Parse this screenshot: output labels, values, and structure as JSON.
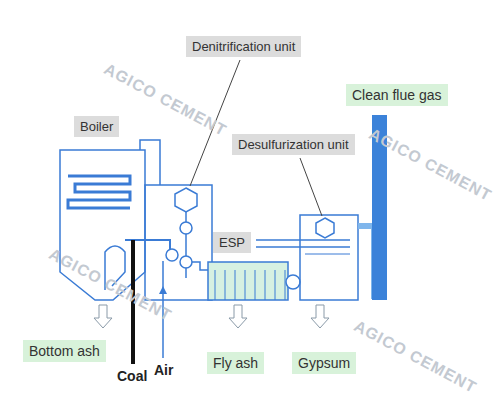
{
  "diagram": {
    "nodes": [
      {
        "text": [
          "Denitrification unit"
        ]
      },
      {
        "text": [
          "Clean flue gas"
        ]
      },
      {
        "text": [
          "Boiler"
        ]
      },
      {
        "text": [
          "Desulfurization unit"
        ]
      },
      {
        "text": [
          "ESP"
        ]
      },
      {
        "text": [
          "Bottom ash"
        ]
      },
      {
        "text": [
          "Fly ash"
        ]
      },
      {
        "text": [
          "Gypsum"
        ]
      }
    ],
    "labels": [
      "Coal",
      "Air",
      "AGICO CEMENT",
      "AGICO CEMENT",
      "AGICO CEMENT",
      "AGICO CEMENT"
    ]
  }
}
